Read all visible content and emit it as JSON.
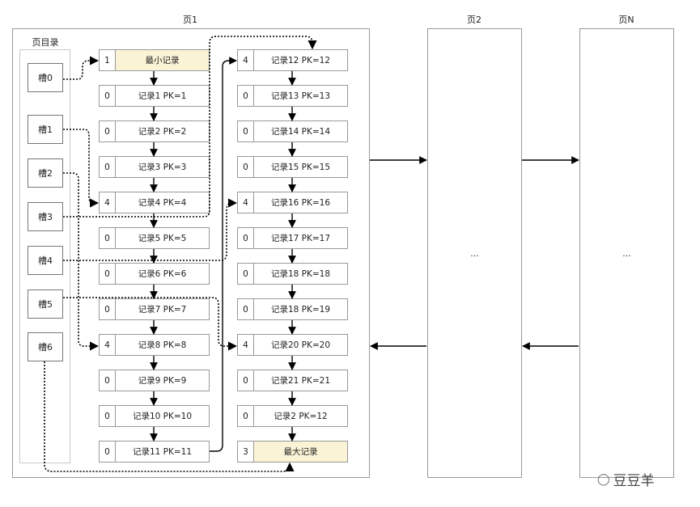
{
  "page1": {
    "title": "页1",
    "directory": {
      "title": "页目录",
      "slots": [
        "槽0",
        "槽1",
        "槽2",
        "槽3",
        "槽4",
        "槽5",
        "槽6"
      ]
    },
    "left_records": [
      {
        "n": "1",
        "text": "最小记录",
        "highlight": true
      },
      {
        "n": "0",
        "text": "记录1 PK=1"
      },
      {
        "n": "0",
        "text": "记录2 PK=2"
      },
      {
        "n": "0",
        "text": "记录3 PK=3"
      },
      {
        "n": "4",
        "text": "记录4 PK=4"
      },
      {
        "n": "0",
        "text": "记录5 PK=5"
      },
      {
        "n": "0",
        "text": "记录6 PK=6"
      },
      {
        "n": "0",
        "text": "记录7 PK=7"
      },
      {
        "n": "4",
        "text": "记录8 PK=8"
      },
      {
        "n": "0",
        "text": "记录9 PK=9"
      },
      {
        "n": "0",
        "text": "记录10 PK=10"
      },
      {
        "n": "0",
        "text": "记录11 PK=11"
      }
    ],
    "right_records": [
      {
        "n": "4",
        "text": "记录12 PK=12"
      },
      {
        "n": "0",
        "text": "记录13 PK=13"
      },
      {
        "n": "0",
        "text": "记录14 PK=14"
      },
      {
        "n": "0",
        "text": "记录15 PK=15"
      },
      {
        "n": "4",
        "text": "记录16 PK=16"
      },
      {
        "n": "0",
        "text": "记录17 PK=17"
      },
      {
        "n": "0",
        "text": "记录18 PK=18"
      },
      {
        "n": "0",
        "text": "记录18 PK=19"
      },
      {
        "n": "4",
        "text": "记录20 PK=20"
      },
      {
        "n": "0",
        "text": "记录21 PK=21"
      },
      {
        "n": "0",
        "text": "记录2 PK=12"
      },
      {
        "n": "3",
        "text": "最大记录",
        "highlight": true
      }
    ]
  },
  "page2": {
    "title": "页2",
    "content": "..."
  },
  "pageN": {
    "title": "页N",
    "content": "..."
  },
  "watermark": {
    "text": "豆豆羊"
  },
  "colors": {
    "highlight": "#fbf3d6",
    "line": "#000000",
    "border": "#999999"
  }
}
